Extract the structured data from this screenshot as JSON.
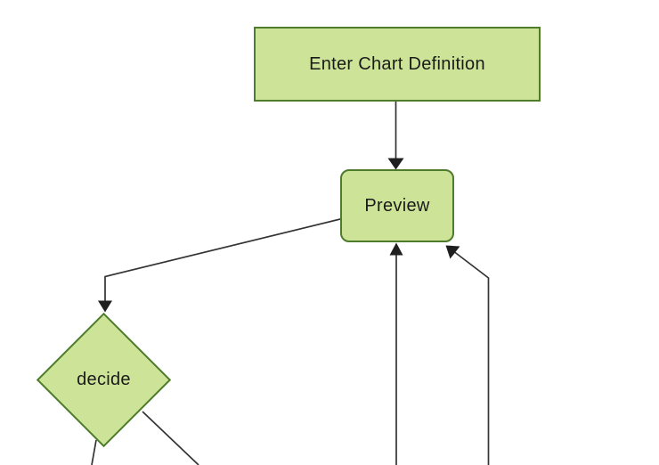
{
  "diagram": {
    "type": "flowchart",
    "nodes": [
      {
        "id": "enter",
        "label": "Enter Chart Definition",
        "shape": "rectangle"
      },
      {
        "id": "preview",
        "label": "Preview",
        "shape": "rounded-rectangle"
      },
      {
        "id": "decide",
        "label": "decide",
        "shape": "diamond"
      }
    ],
    "edges": [
      {
        "from": "enter",
        "to": "preview",
        "arrowhead": "yes",
        "route": "straight-down"
      },
      {
        "from": "preview",
        "to": "decide",
        "arrowhead": "yes",
        "route": "left-then-down"
      },
      {
        "from": "offscreen-bottom",
        "to": "preview",
        "arrowhead": "yes",
        "route": "straight-up-into-bottom-center"
      },
      {
        "from": "offscreen-bottom",
        "to": "preview",
        "arrowhead": "yes",
        "route": "up-then-diagonal-into-bottom-right-corner"
      },
      {
        "from": "decide",
        "to": "offscreen-bottom",
        "arrowhead": "none",
        "route": "from-lower-left-edge"
      },
      {
        "from": "decide",
        "to": "offscreen-bottom",
        "arrowhead": "none",
        "route": "from-lower-right-edge"
      }
    ],
    "colors": {
      "background": "#ffffff",
      "node_fill": "#cde498",
      "node_border": "#4e7b2c",
      "edge_line": "#333333",
      "arrowhead": "#1f1f1f",
      "label_text": "#1a1a1a"
    }
  }
}
